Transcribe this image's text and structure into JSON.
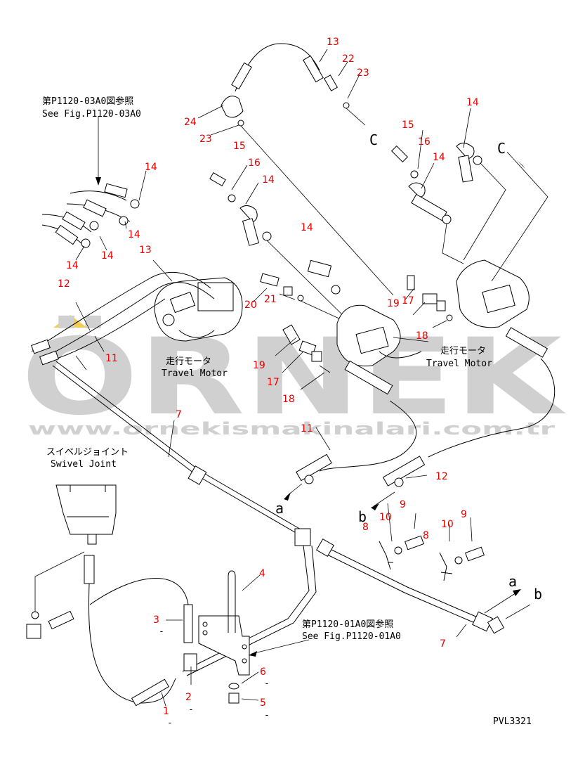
{
  "watermark": {
    "brand": "ÖRNEK",
    "url": "www.ornekismakinalari.com.tr",
    "brand_color": "#d2d2d2",
    "accent_color": "#f0c43a"
  },
  "drawing_code": "PVL3321",
  "refs": {
    "fig_top_jp": "第P1120-03A0図参照",
    "fig_top_en": "See Fig.P1120-03A0",
    "fig_bottom_jp": "第P1120-01A0図参照",
    "fig_bottom_en": "See Fig.P1120-01A0"
  },
  "labels": {
    "travel_motor_jp": "走行モータ",
    "travel_motor_en": "Travel Motor",
    "swivel_joint_jp": "スイベルジョイント",
    "swivel_joint_en": "Swivel Joint"
  },
  "connectors": {
    "a": "a",
    "b": "b",
    "c": "C"
  },
  "callouts": {
    "n1": "1",
    "n2": "2",
    "n3": "3",
    "n4": "4",
    "n5": "5",
    "n6": "6",
    "n7": "7",
    "n8": "8",
    "n9": "9",
    "n10": "10",
    "n11": "11",
    "n12": "12",
    "n13": "13",
    "n14": "14",
    "n15": "15",
    "n16": "16",
    "n17": "17",
    "n18": "18",
    "n19": "19",
    "n20": "20",
    "n21": "21",
    "n22": "22",
    "n23": "23",
    "n24": "24"
  },
  "dash": "-",
  "callout_color": "#e60000"
}
